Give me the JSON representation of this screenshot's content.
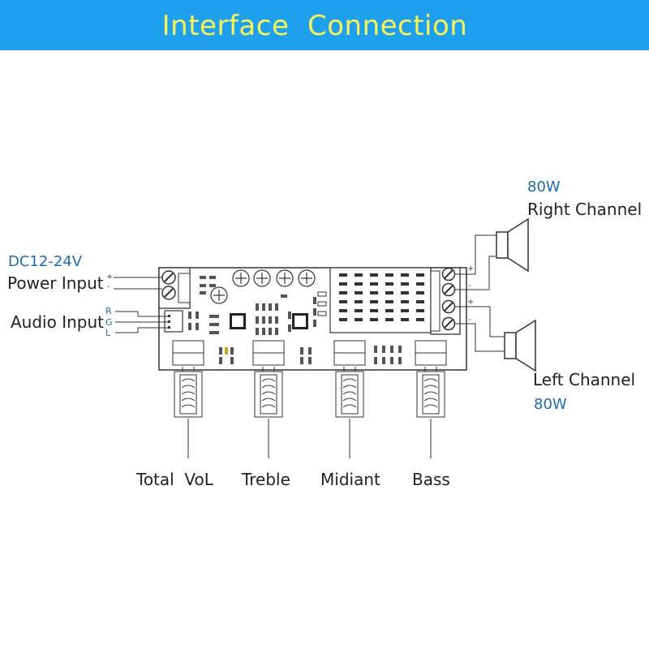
{
  "banner": {
    "title": "Interface  Connection",
    "color": "#1fa0ee",
    "title_color": "#f8f45a"
  },
  "right_channel": {
    "power": "80W",
    "label": "Right Channel"
  },
  "left_channel": {
    "power": "80W",
    "label": "Left Channel"
  },
  "power_input": {
    "voltage": "DC12-24V",
    "label": "Power Input",
    "plus": "+",
    "minus": "-"
  },
  "audio_input": {
    "label": "Audio Input",
    "pins": [
      "R",
      "G",
      "L"
    ]
  },
  "speaker_terminals": {
    "plus": "+",
    "minus": "-"
  },
  "knobs": [
    "Total  VoL",
    "Treble",
    "Midiant",
    "Bass"
  ]
}
